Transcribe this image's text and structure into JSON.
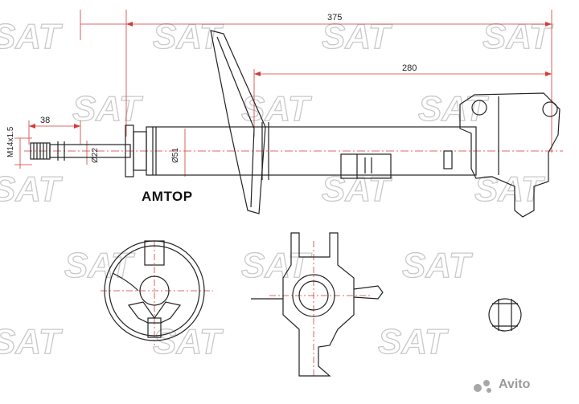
{
  "dimensions": {
    "overall_length": "375",
    "body_length": "280",
    "thread_length": "38",
    "thread_size": "M14x1.5",
    "rod_diameter": "Ø22",
    "tube_diameter": "Ø51"
  },
  "brand_label": "AMTOP",
  "watermark_text": "SAT",
  "avito_logo_text": "Avito",
  "colors": {
    "line": "#222222",
    "dim_red": "#d23a3a",
    "watermark": "#c9c9c9"
  }
}
